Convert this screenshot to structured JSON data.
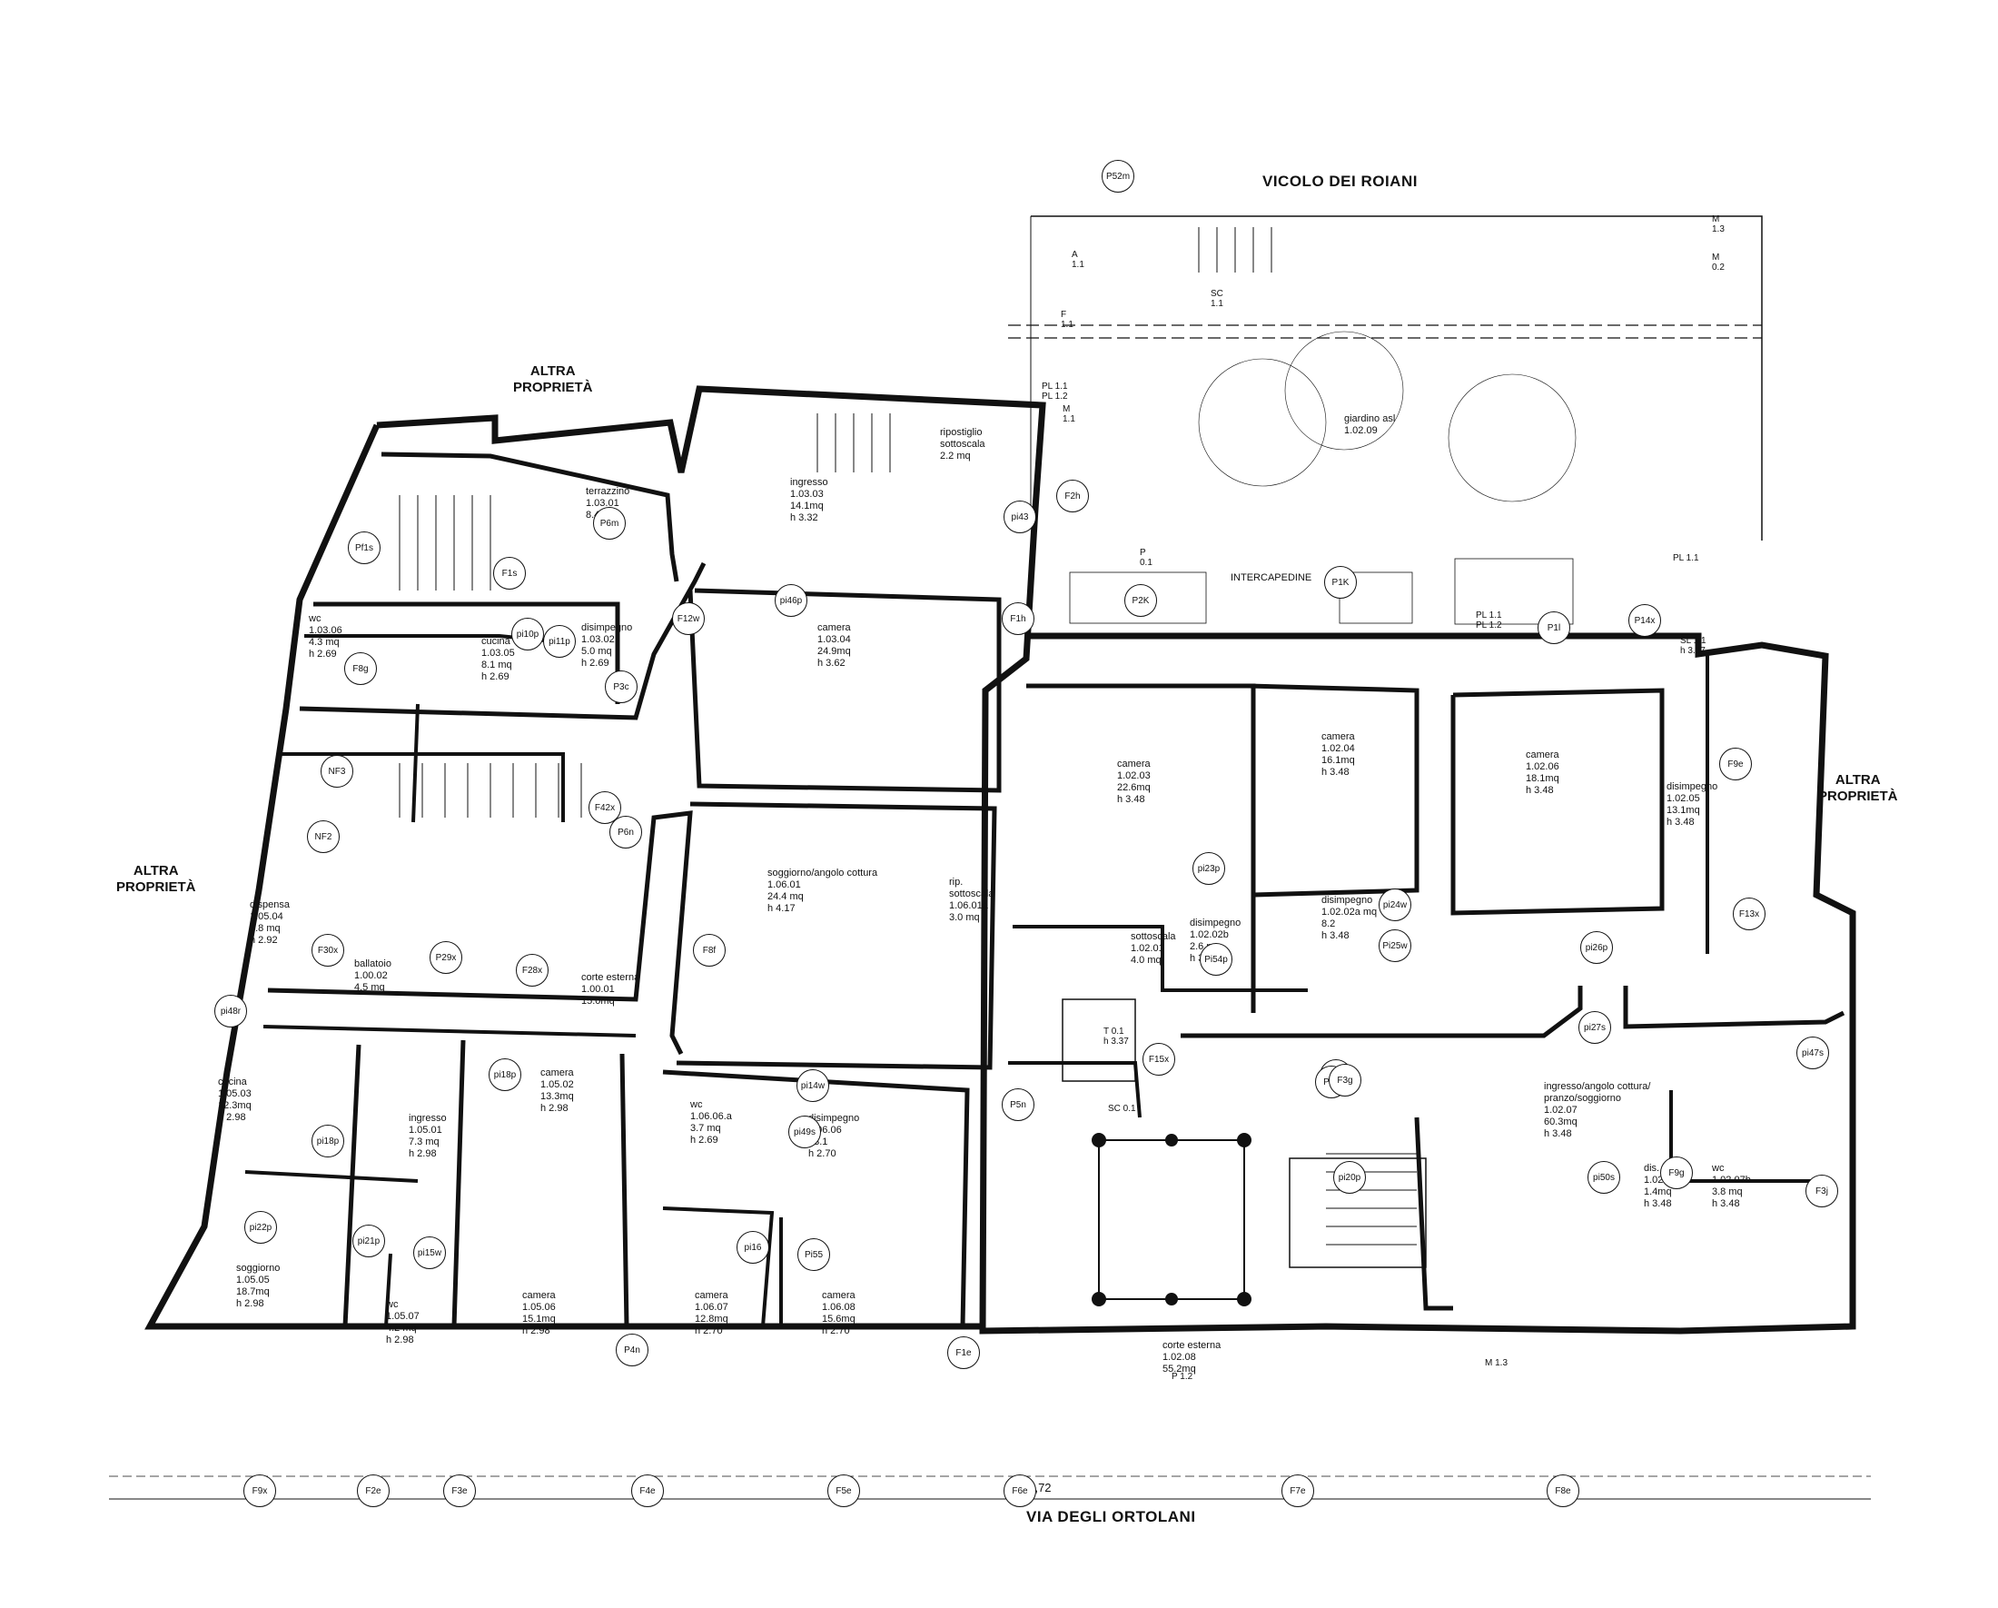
{
  "streets": {
    "top": "VICOLO DEI ROIANI",
    "bottom": "VIA DEGLI  ORTOLANI"
  },
  "neighbours": {
    "top": "ALTRA\nPROPRIETÀ",
    "left": "ALTRA\nPROPRIETÀ",
    "right": "ALTRA\nPROPRIETÀ"
  },
  "dimensions": {
    "total_width": "35,72"
  },
  "rooms": [
    {
      "id": "giardino",
      "text": "giardino asl\n1.02.09"
    },
    {
      "id": "intercapedine",
      "text": "INTERCAPEDINE"
    },
    {
      "id": "terrazzino",
      "text": "terrazzino\n1.03.01\n8.4 mq"
    },
    {
      "id": "ripostiglio",
      "text": "ripostiglio\nsottoscala\n2.2 mq"
    },
    {
      "id": "ingresso103",
      "text": "ingresso\n1.03.03\n14.1mq\nh 3.32"
    },
    {
      "id": "camera10304",
      "text": "camera\n1.03.04\n24.9mq\nh 3.62"
    },
    {
      "id": "wc10306",
      "text": "wc\n1.03.06\n4.3 mq\nh 2.69"
    },
    {
      "id": "cucina10305",
      "text": "cucina\n1.03.05\n8.1  mq\nh 2.69"
    },
    {
      "id": "disimpegno10302",
      "text": "disimpegno\n1.03.02\n5.0 mq\nh 2.69"
    },
    {
      "id": "camera10203",
      "text": "camera\n1.02.03\n22.6mq\nh 3.48"
    },
    {
      "id": "camera10204",
      "text": "camera\n1.02.04\n16.1mq\nh 3.48"
    },
    {
      "id": "camera10206",
      "text": "camera\n1.02.06\n18.1mq\nh 3.48"
    },
    {
      "id": "disimpegno10205",
      "text": "disimpegno\n1.02.05\n13.1mq\nh 3.48"
    },
    {
      "id": "soggiorno10601",
      "text": "soggiorno/angolo cottura\n1.06.01\n24.4 mq\nh 4.17"
    },
    {
      "id": "rip10601a",
      "text": "rip.\nsottoscala\n1.06.01a\n3.0 mq"
    },
    {
      "id": "sottoscala10201",
      "text": "sottoscala\n1.02.01\n4.0  mq"
    },
    {
      "id": "disimpegno10202b",
      "text": "disimpegno\n1.02.02b\n2.6  mq\nh 3.48"
    },
    {
      "id": "disimpegno10202a",
      "text": "disimpegno\n1.02.02a  mq\n8.2\nh 3.48"
    },
    {
      "id": "dispensa",
      "text": "dispensa\n1.05.04\n6.8 mq\nh 2.92"
    },
    {
      "id": "ballatoio",
      "text": "ballatoio\n1.00.02\n4.5  mq"
    },
    {
      "id": "corte10001",
      "text": "corte esterna\n1.00.01\n15.0mq"
    },
    {
      "id": "cucina10503",
      "text": "cucina\n1.05.03\n12.3mq\nh 2.98"
    },
    {
      "id": "ingresso10501",
      "text": "ingresso\n1.05.01\n7.3  mq\nh 2.98"
    },
    {
      "id": "camera10502",
      "text": "camera\n1.05.02\n13.3mq\nh 2.98"
    },
    {
      "id": "wc10606a",
      "text": "wc\n1.06.06.a\n3.7 mq\nh 2.69"
    },
    {
      "id": "disimpegno10606",
      "text": "disimpegno\n1.06.06\n13.1\nh 2.70"
    },
    {
      "id": "ingresso10207",
      "text": "ingresso/angolo cottura/\npranzo/soggiorno\n1.02.07\n60.3mq\nh 3.48"
    },
    {
      "id": "dis10207a",
      "text": "dis.\n1.02.07a\n1.4mq\nh 3.48"
    },
    {
      "id": "wc10207b",
      "text": "wc\n1.02.07b\n3.8 mq\nh 3.48"
    },
    {
      "id": "soggiorno10505",
      "text": "soggiorno\n1.05.05\n18.7mq\nh 2.98"
    },
    {
      "id": "wc10507",
      "text": "wc\n1.05.07\n4.2 mq\nh 2.98"
    },
    {
      "id": "camera10506",
      "text": "camera\n1.05.06\n15.1mq\nh 2.98"
    },
    {
      "id": "camera10607",
      "text": "camera\n1.06.07\n12.8mq\nh 2.70"
    },
    {
      "id": "camera10608",
      "text": "camera\n1.06.08\n15.6mq\nh 2.70"
    },
    {
      "id": "corte10208",
      "text": "corte esterna\n1.02.08\n55.2mq"
    }
  ],
  "openings": [
    "P52m",
    "F2h",
    "pi43",
    "P6m",
    "pi46p",
    "F1h",
    "P2K",
    "P1K",
    "P1l",
    "P14x",
    "F1s",
    "Pf1s",
    "pi11p",
    "pi10p",
    "F8g",
    "F12w",
    "P3c",
    "F9e",
    "NF3",
    "NF2",
    "F42x",
    "P6n",
    "F13x",
    "F8f",
    "F30x",
    "P29x",
    "F28x",
    "pi48r",
    "pi23p",
    "pi24w",
    "Pi54p",
    "Pi25w",
    "pi26p",
    "pi27s",
    "pi18p",
    "pi18p",
    "pi14w",
    "P5n",
    "F15x",
    "P1n",
    "P2n",
    "F3g",
    "pi47s",
    "pi49s",
    "pi50s",
    "F9g",
    "F3j",
    "pi20p",
    "pi22p",
    "pi21p",
    "pi15w",
    "pi16",
    "Pi55",
    "P4n",
    "F1e",
    "F9x",
    "F2e",
    "F3e",
    "F4e",
    "F5e",
    "F6e",
    "F7e",
    "F8e"
  ],
  "notes": [
    "A\n1.1",
    "M\n1.3",
    "M\n0.2",
    "SC\n1.1",
    "F\n1.1",
    "M\n1.1",
    "PL 1.1\nPL 1.2",
    "P\n0.1",
    "PL 1.1",
    "PL 1.1\nPL 1.2",
    "SL 1.1\nh 3.37",
    "T 0.1\nh 3.37",
    "SC 0.1",
    "M 1.3",
    "P 1.2"
  ]
}
